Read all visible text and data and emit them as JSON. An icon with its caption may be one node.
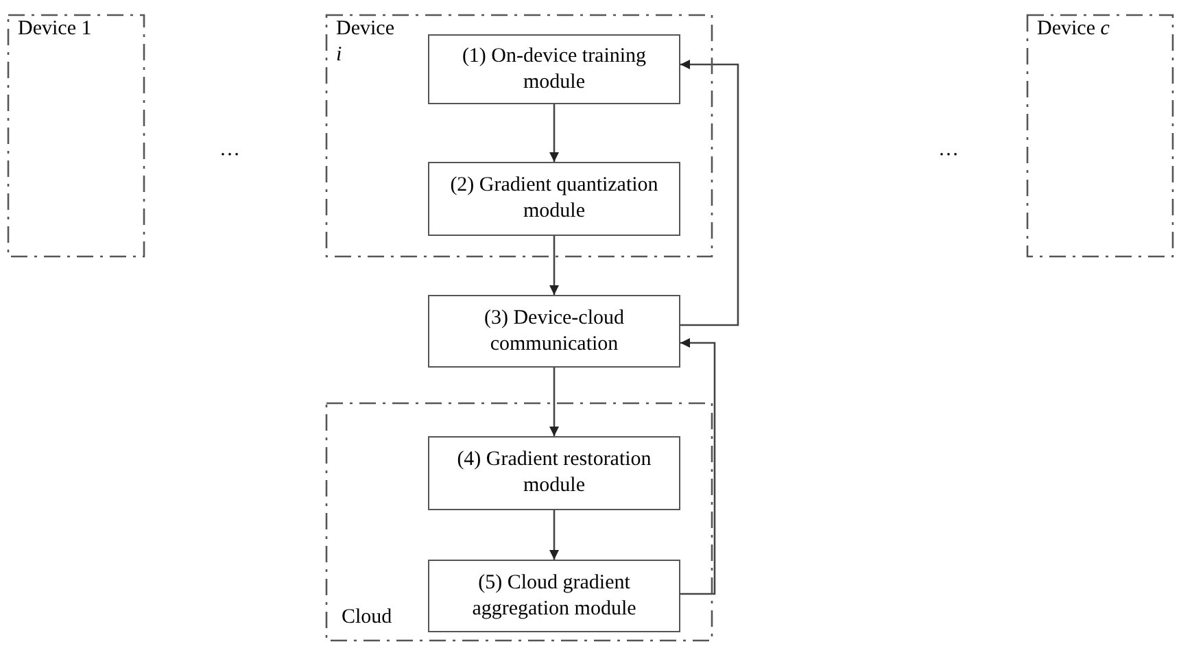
{
  "diagram": {
    "nodes": [
      {
        "text": [
          "Device 1"
        ]
      },
      {
        "text": [
          "Device *i*"
        ]
      },
      {
        "text": [
          "(1) On-device training module"
        ],
        "in": 1
      },
      {
        "text": [
          "(2) Gradient quantization module"
        ],
        "in": 1
      },
      {
        "text": [
          "(3) Device-cloud communication"
        ]
      },
      {
        "text": [
          "Cloud"
        ]
      },
      {
        "text": [
          "(4) Gradient restoration module"
        ],
        "in": 5
      },
      {
        "text": [
          "(5) Cloud gradient aggregation module"
        ],
        "in": 5
      },
      {
        "text": [
          "Device *c*"
        ]
      }
    ],
    "edges": [
      {
        "from": 2,
        "to": 3,
        "arrow": "to"
      },
      {
        "from": 3,
        "to": 4,
        "arrow": "to"
      },
      {
        "from": 4,
        "to": 6,
        "arrow": "to"
      },
      {
        "from": 6,
        "to": 7,
        "arrow": "to"
      },
      {
        "from": 4,
        "to": 2,
        "arrow": "to"
      },
      {
        "from": 7,
        "to": 4,
        "arrow": "to"
      }
    ],
    "labels": [
      "…",
      "…"
    ]
  }
}
